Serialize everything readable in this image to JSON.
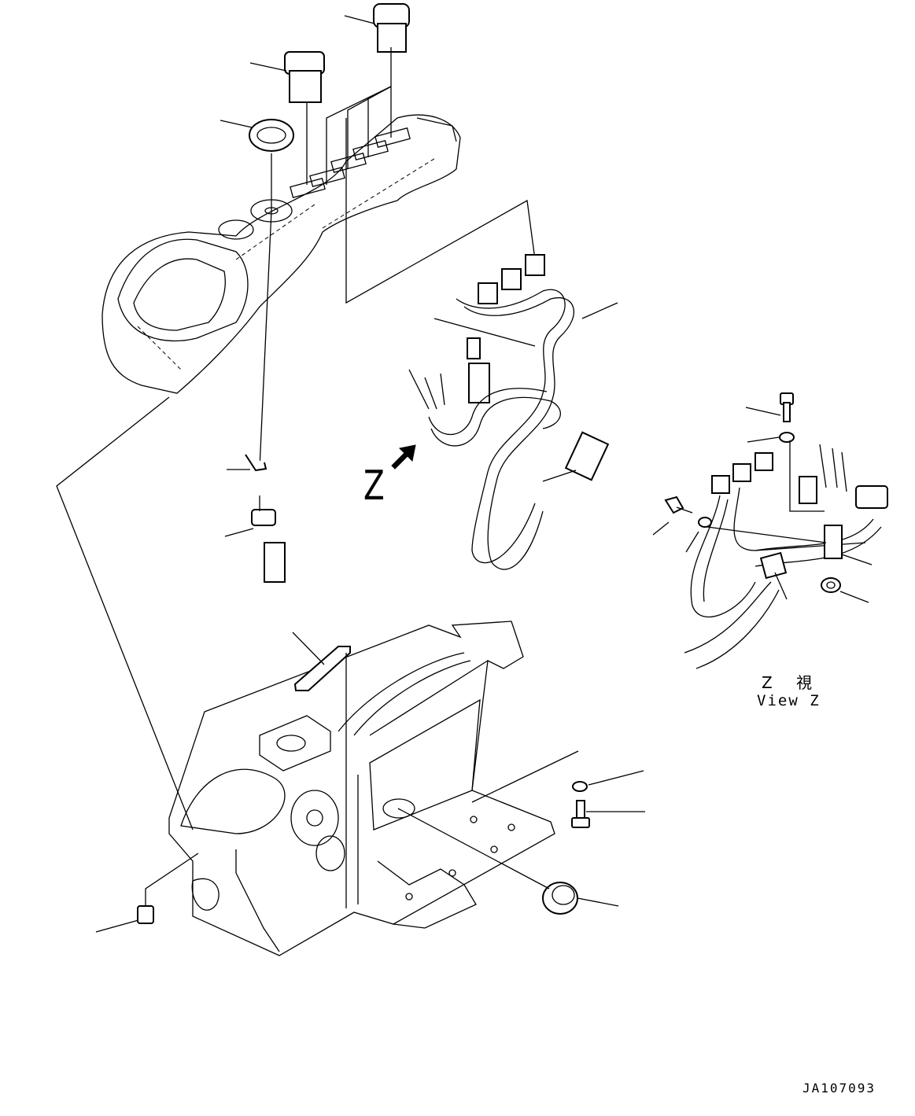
{
  "view": {
    "label_ja": "Z 視",
    "label_en": "View Z",
    "arrow_label": "Z"
  },
  "drawing_number": "JA107093",
  "colors": {
    "line": "#000000",
    "background": "#ffffff"
  },
  "icons": [
    "view-arrow-icon"
  ]
}
